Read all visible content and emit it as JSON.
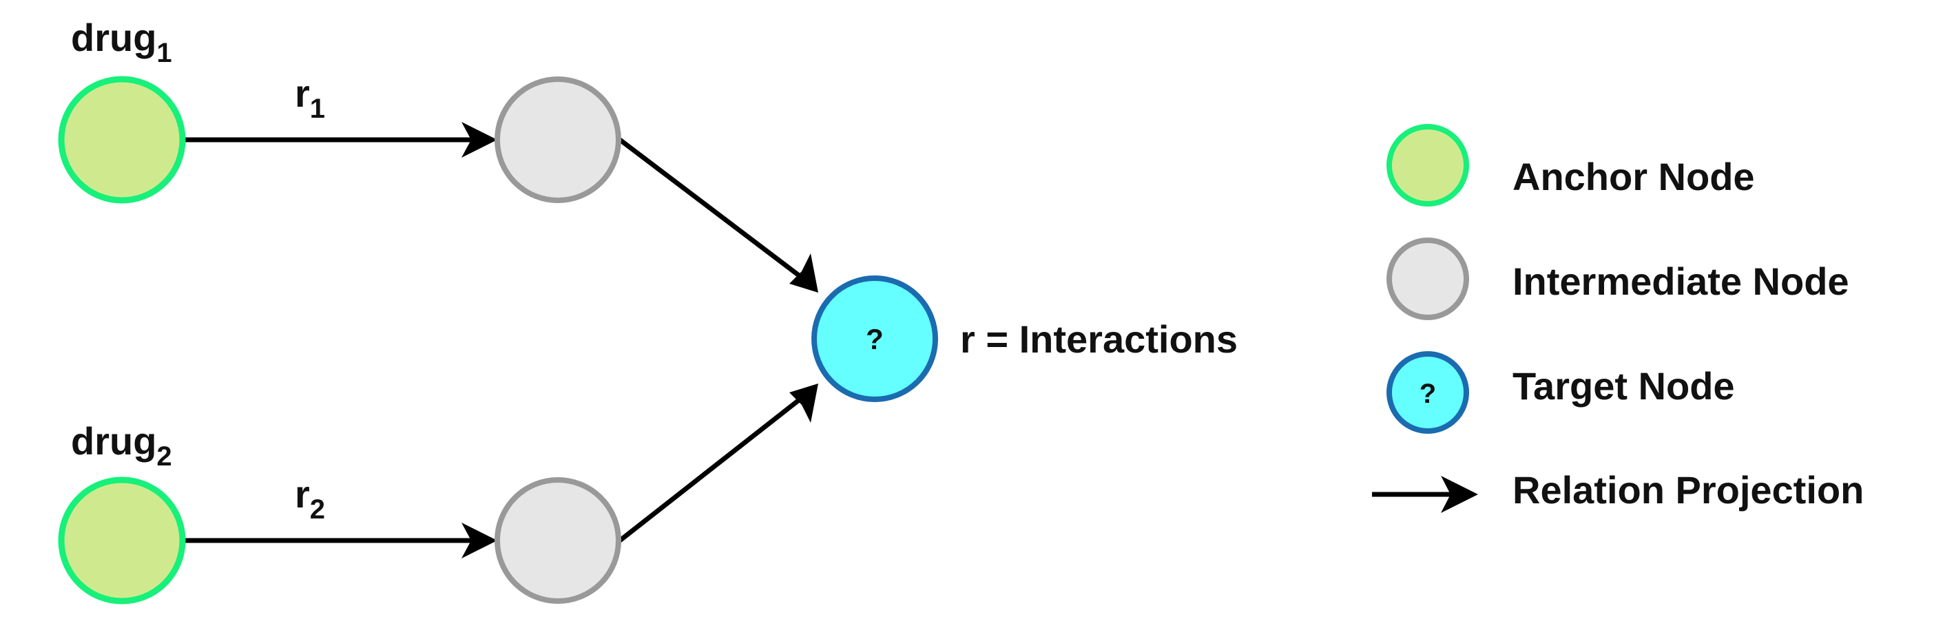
{
  "colors": {
    "anchor_fill": "#cfea8e",
    "anchor_stroke": "#17f07a",
    "intermediate_fill": "#e6e6e6",
    "intermediate_stroke": "#999999",
    "target_fill": "#66ffff",
    "target_stroke": "#1b6bb0",
    "edge": "#000000"
  },
  "nodes": {
    "anchor_1": {
      "label_main": "drug",
      "label_sub": "1"
    },
    "anchor_2": {
      "label_main": "drug",
      "label_sub": "2"
    },
    "target": {
      "symbol": "?",
      "relation_label": "r = Interactions"
    }
  },
  "relations": {
    "r1": {
      "main": "r",
      "sub": "1"
    },
    "r2": {
      "main": "r",
      "sub": "2"
    }
  },
  "legend": {
    "anchor": "Anchor Node",
    "intermediate": "Intermediate Node",
    "target": "Target Node",
    "target_symbol": "?",
    "projection": "Relation Projection"
  }
}
